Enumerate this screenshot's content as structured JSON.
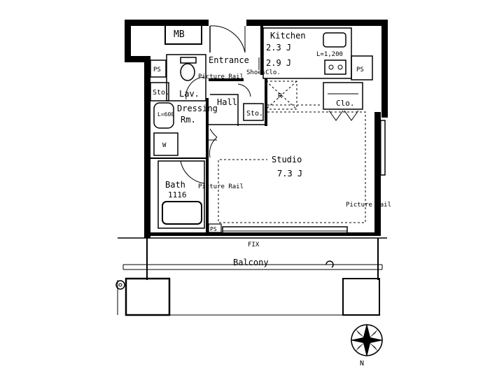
{
  "rooms": {
    "mb": "MB",
    "kitchen": {
      "name": "Kitchen",
      "size": "2.3 J"
    },
    "kitchen_note": "L=1,200",
    "upper_note_size": "2.9 J",
    "ps_top_left": "PS",
    "ps_right": "PS",
    "ps_bottom": "PS",
    "entrance": "Entrance",
    "picture_rail_entrance": "Picture Rail",
    "shoes_closet": "ShoesClo.",
    "closet": "Clo.",
    "storage_left": "Sto.",
    "storage_hall": "Sto.",
    "lavatory": "Lav.",
    "hall": "Hall",
    "dressing": "Dressing",
    "dressing_rm": "Rm.",
    "dressing_note": "L=600",
    "refrigerator": "R",
    "washer": "W",
    "studio": {
      "name": "Studio",
      "size": "7.3 J"
    },
    "bath": {
      "name": "Bath",
      "size": "1116"
    },
    "picture_rail_bath": "Picture Rail",
    "picture_rail_studio": "Picture Rail",
    "fix": "FIX",
    "balcony": "Balcony"
  },
  "compass": {
    "north": "N"
  }
}
